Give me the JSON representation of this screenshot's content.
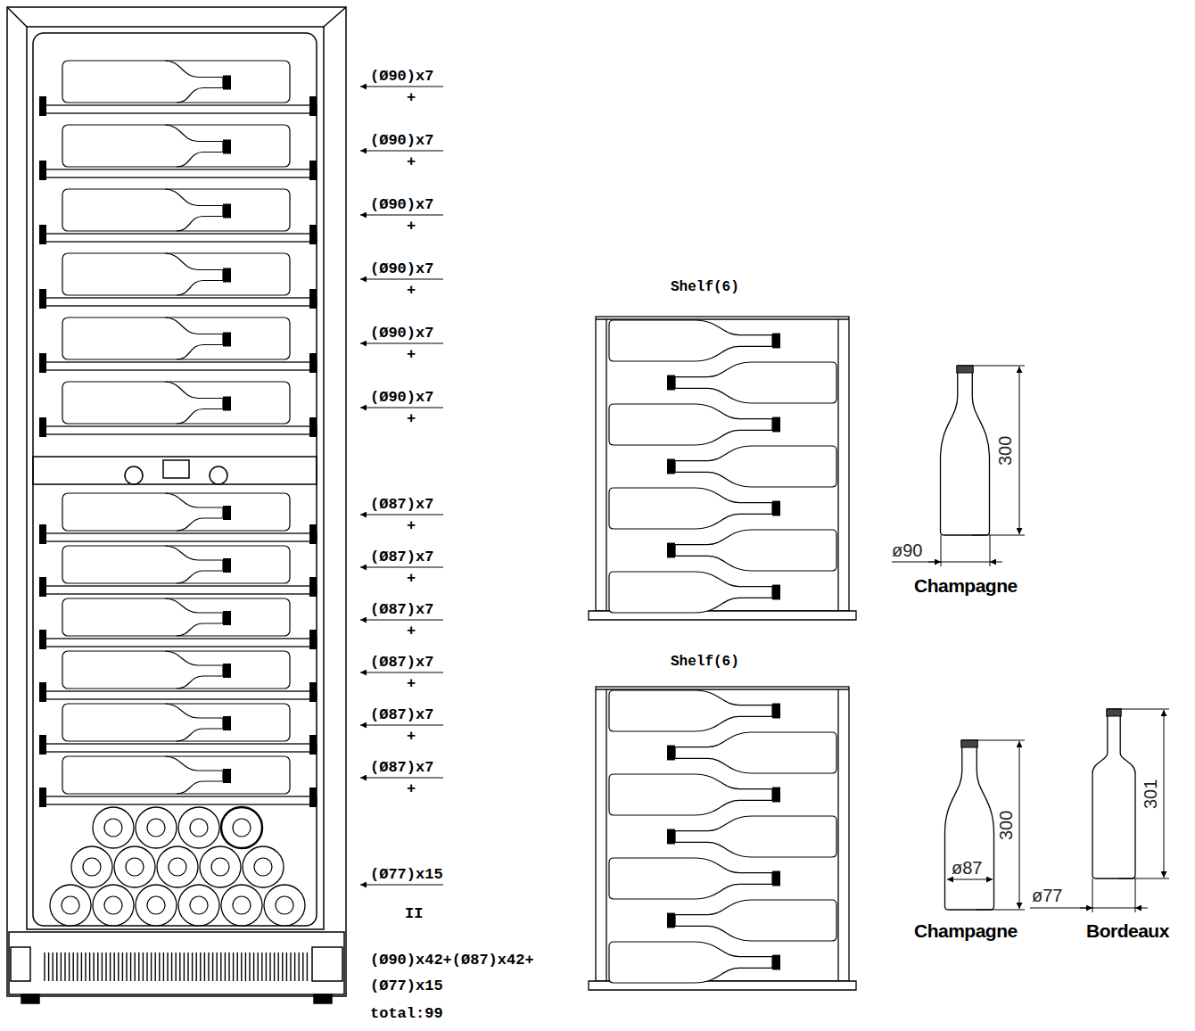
{
  "diagram": {
    "nodes": [
      {
        "text": [
          "Shelf(6)"
        ]
      },
      {
        "text": [
          "Shelf(6)"
        ]
      }
    ],
    "labels": [
      "(Ø90)x7",
      "+",
      "(Ø90)x7",
      "+",
      "(Ø90)x7",
      "+",
      "(Ø90)x7",
      "+",
      "(Ø90)x7",
      "+",
      "(Ø90)x7",
      "+",
      "(Ø87)x7",
      "+",
      "(Ø87)x7",
      "+",
      "(Ø87)x7",
      "+",
      "(Ø87)x7",
      "+",
      "(Ø87)x7",
      "+",
      "(Ø87)x7",
      "+",
      "(Ø77)x15",
      "II",
      "(Ø90)x42+(Ø87)x42+",
      "(Ø77)x15",
      "total:99",
      "300",
      "ø90",
      "Champagne",
      "300",
      "ø87",
      "Champagne",
      "301",
      "ø77",
      "Bordeaux"
    ]
  }
}
